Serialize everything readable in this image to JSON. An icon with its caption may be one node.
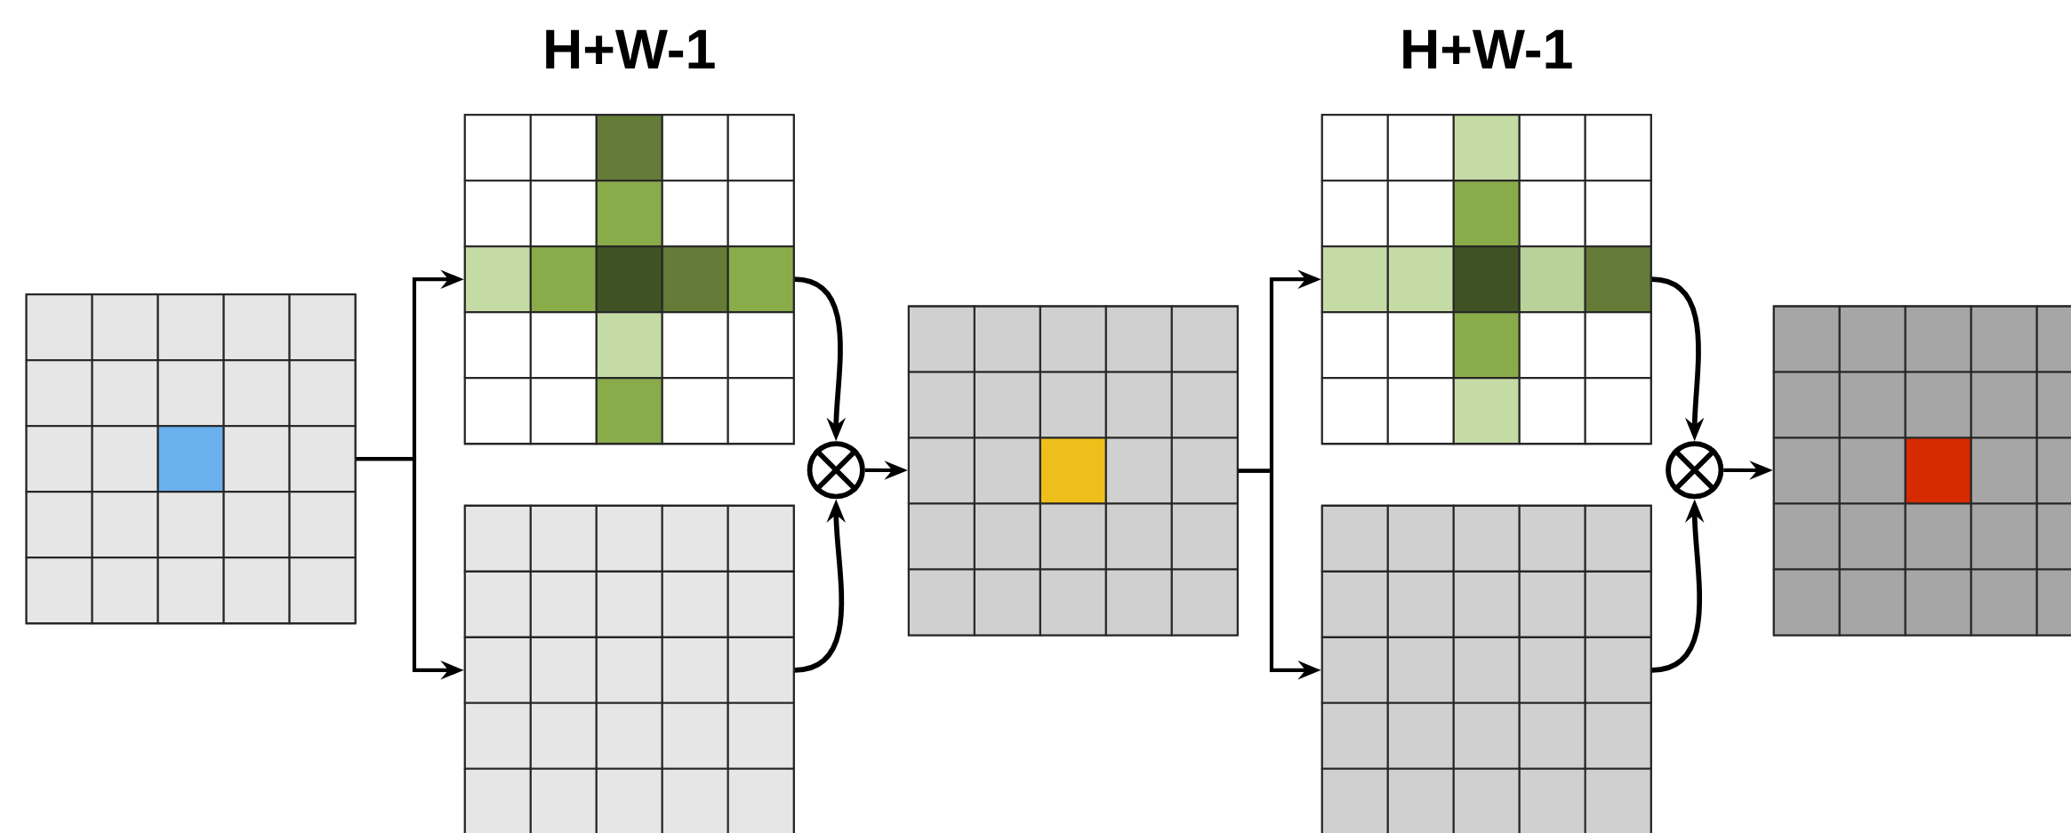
{
  "diagram": {
    "nodes": [
      {
        "text": [],
        "shape": "grid"
      },
      {
        "text": [
          "H+W-1"
        ]
      },
      {
        "text": [],
        "shape": "grid"
      },
      {
        "text": [],
        "shape": "circle"
      },
      {
        "text": [],
        "shape": "grid"
      },
      {
        "text": [
          "H+W-1"
        ]
      },
      {
        "text": [],
        "shape": "grid"
      },
      {
        "text": [],
        "shape": "circle"
      },
      {
        "text": [],
        "shape": "grid"
      }
    ],
    "edges": [
      {
        "from": 0,
        "to": 1,
        "arrow": "to"
      },
      {
        "from": 0,
        "to": 2,
        "arrow": "to"
      },
      {
        "from": 1,
        "to": 3,
        "arrow": "to"
      },
      {
        "from": 2,
        "to": 3,
        "arrow": "to"
      },
      {
        "from": 3,
        "to": 4,
        "arrow": "to"
      },
      {
        "from": 4,
        "to": 5,
        "arrow": "to"
      },
      {
        "from": 4,
        "to": 6,
        "arrow": "to"
      },
      {
        "from": 5,
        "to": 7,
        "arrow": "to"
      },
      {
        "from": 6,
        "to": 7,
        "arrow": "to"
      },
      {
        "from": 7,
        "to": 8,
        "arrow": "to"
      }
    ]
  }
}
